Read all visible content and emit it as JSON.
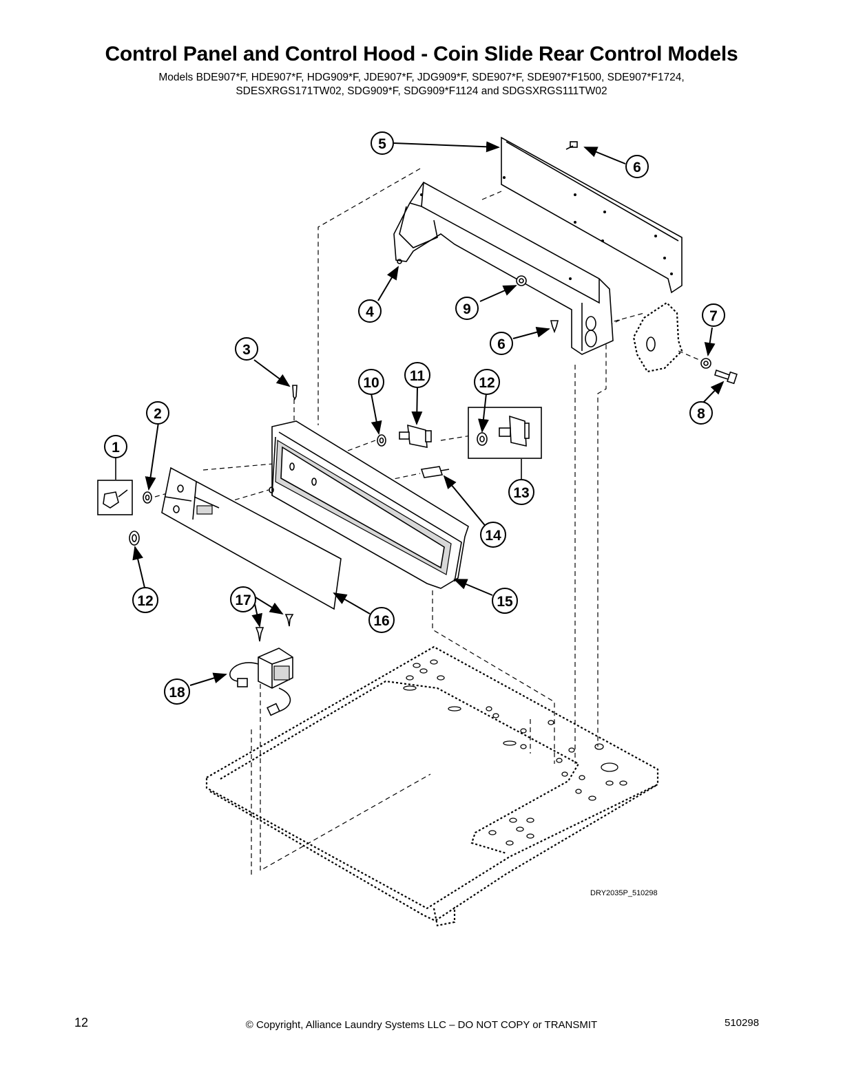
{
  "page": {
    "title": "Control Panel and Control Hood - Coin Slide Rear Control Models",
    "models_line1": "Models BDE907*F, HDE907*F, HDG909*F, JDE907*F, JDG909*F, SDE907*F, SDE907*F1500, SDE907*F1724,",
    "models_line2": "SDESXRGS171TW02, SDG909*F, SDG909*F1124 and SDGSXRGS111TW02",
    "drawing_code": "DRY2035P_510298",
    "page_number": "12",
    "copyright": "© Copyright, Alliance Laundry Systems LLC – DO NOT COPY or TRANSMIT",
    "doc_number": "510298"
  },
  "callouts": [
    {
      "id": "c1",
      "label": "1"
    },
    {
      "id": "c2",
      "label": "2"
    },
    {
      "id": "c3",
      "label": "3"
    },
    {
      "id": "c4",
      "label": "4"
    },
    {
      "id": "c5",
      "label": "5"
    },
    {
      "id": "c6a",
      "label": "6"
    },
    {
      "id": "c6b",
      "label": "6"
    },
    {
      "id": "c7",
      "label": "7"
    },
    {
      "id": "c8",
      "label": "8"
    },
    {
      "id": "c9",
      "label": "9"
    },
    {
      "id": "c10",
      "label": "10"
    },
    {
      "id": "c11",
      "label": "11"
    },
    {
      "id": "c12a",
      "label": "12"
    },
    {
      "id": "c12b",
      "label": "12"
    },
    {
      "id": "c13",
      "label": "13"
    },
    {
      "id": "c14",
      "label": "14"
    },
    {
      "id": "c15",
      "label": "15"
    },
    {
      "id": "c16",
      "label": "16"
    },
    {
      "id": "c17",
      "label": "17"
    },
    {
      "id": "c18",
      "label": "18"
    }
  ]
}
